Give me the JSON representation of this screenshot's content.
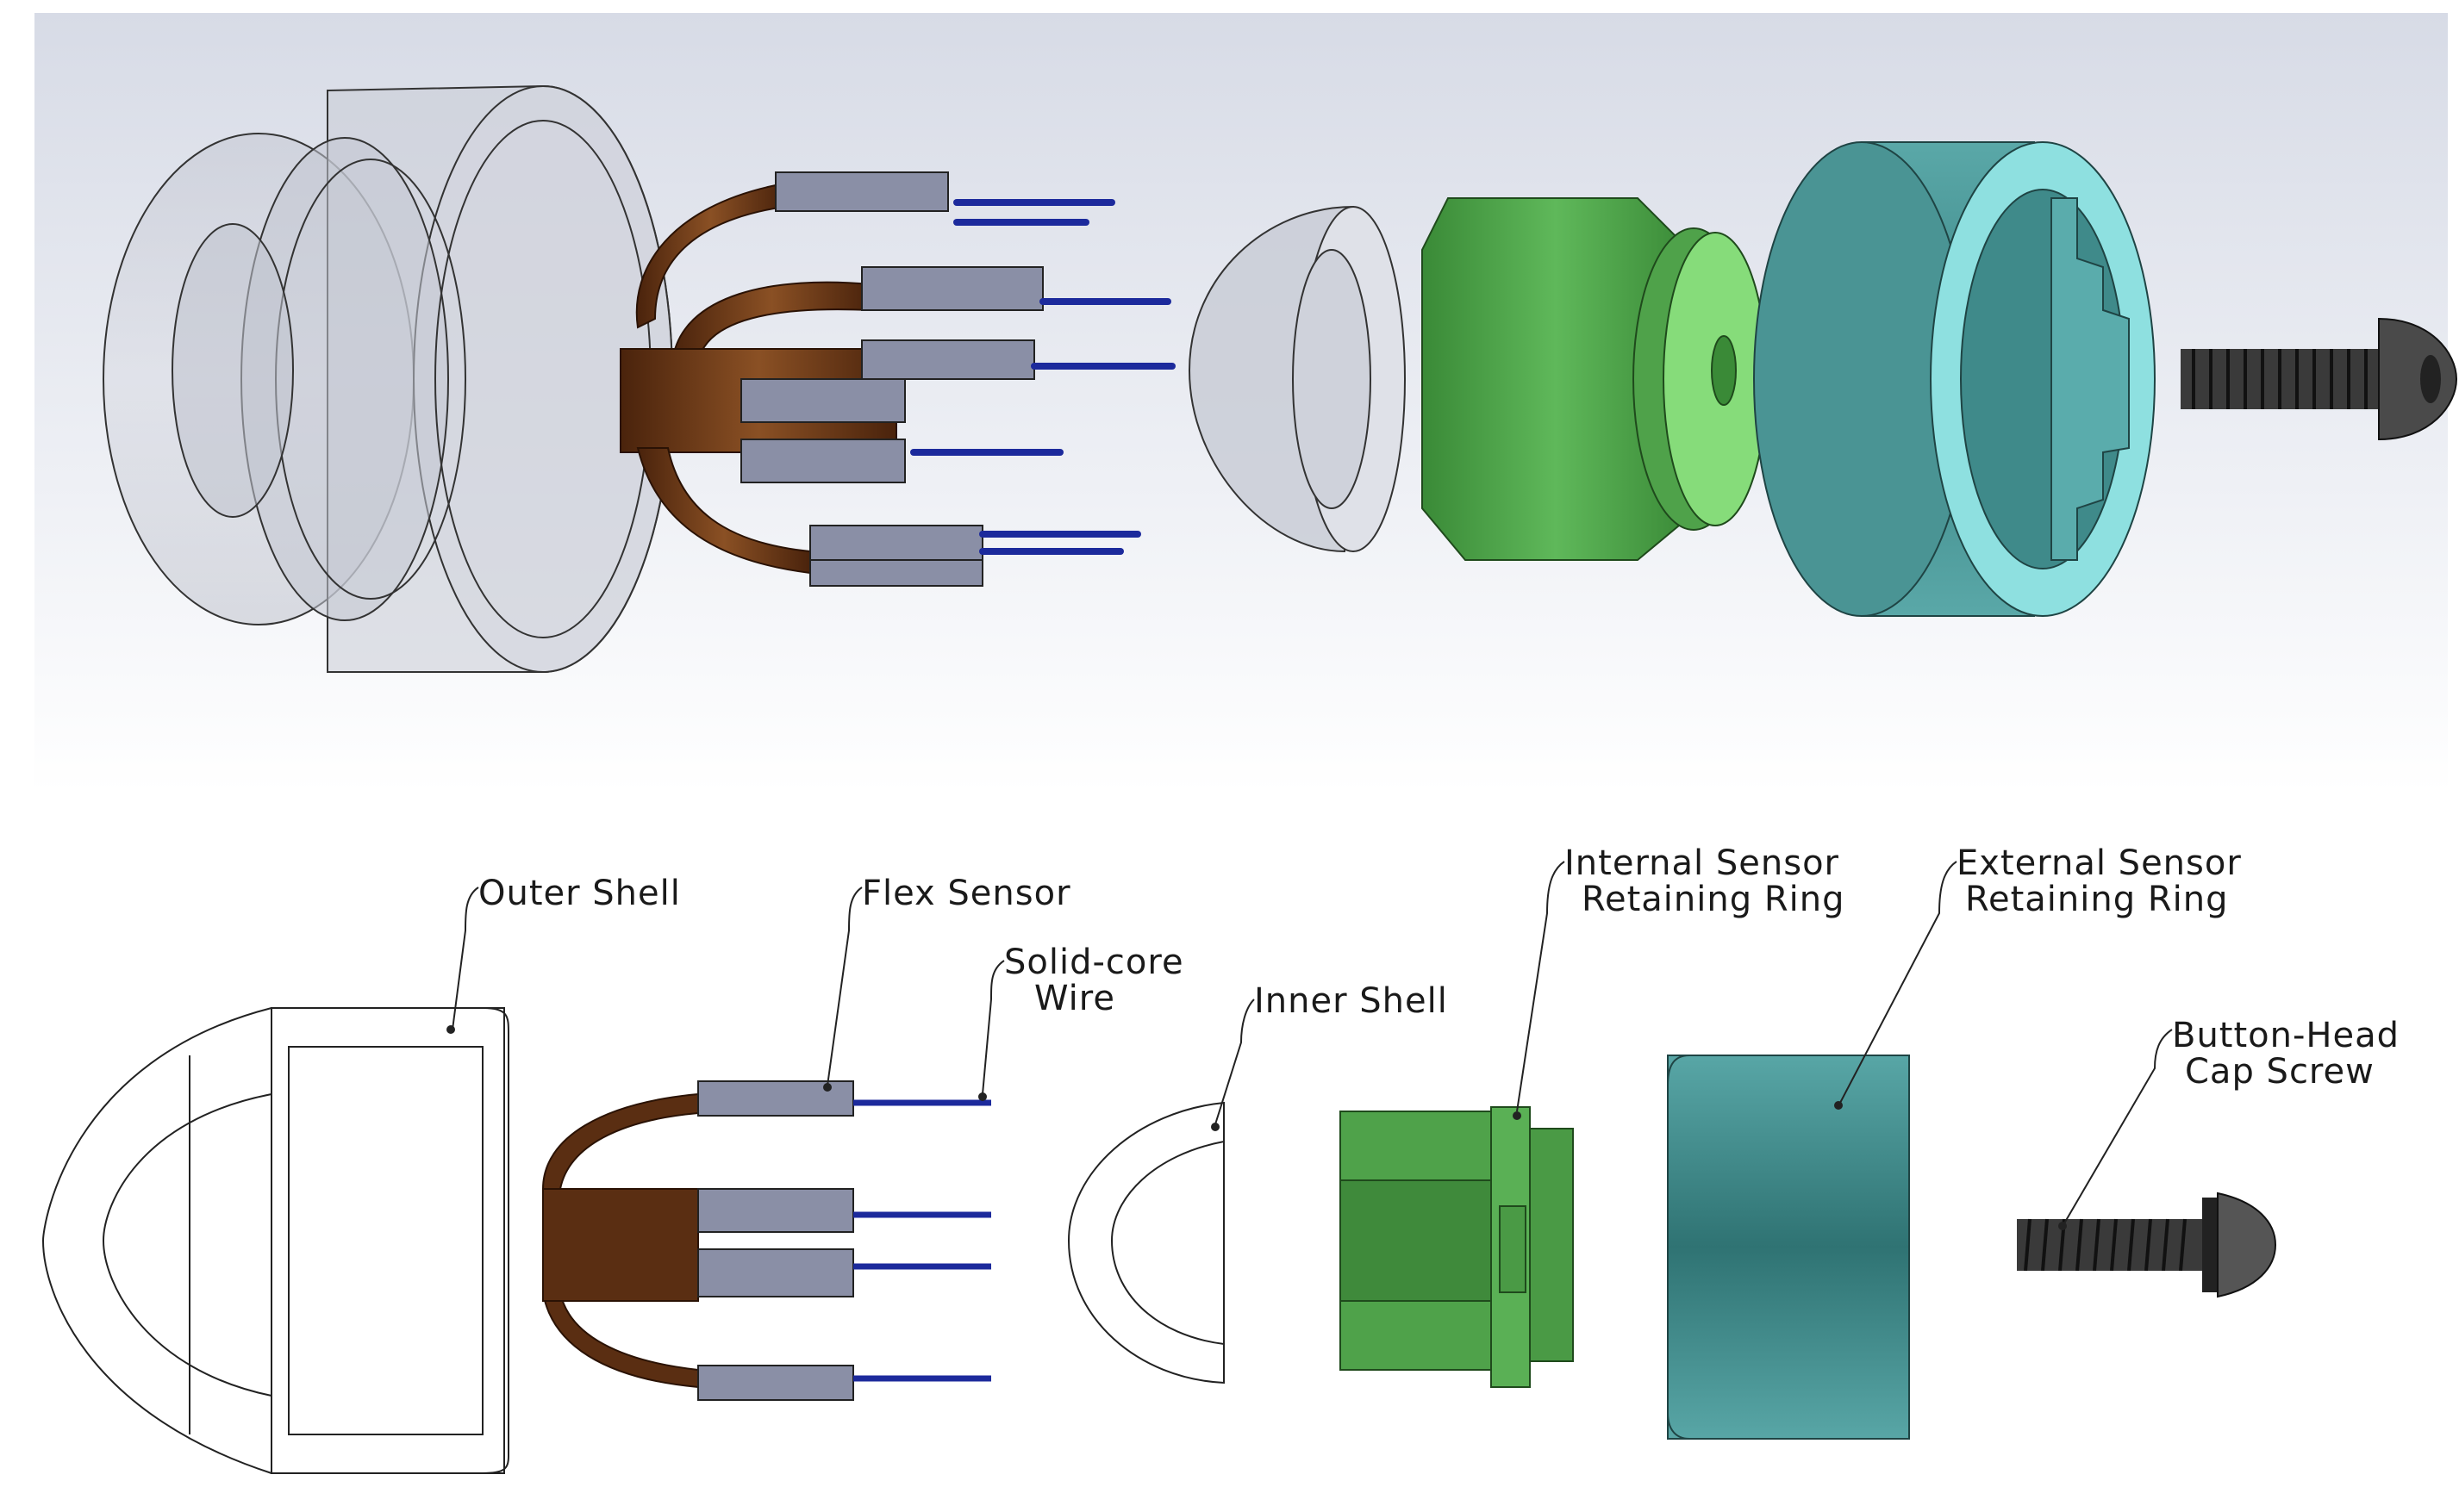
{
  "labels": {
    "outer_shell": "Outer Shell",
    "flex_sensor": "Flex Sensor",
    "solid_core_wire": [
      "Solid-core",
      "Wire"
    ],
    "inner_shell": "Inner Shell",
    "internal_ring": [
      "Internal Sensor",
      "Retaining Ring"
    ],
    "external_ring": [
      "External Sensor",
      "Retaining Ring"
    ],
    "cap_screw": [
      "Button-Head",
      "Cap Screw"
    ]
  },
  "colors": {
    "shell_translucent": "#c9ccd6",
    "flex_brown": "#5a2e12",
    "sensor_block": "#8a8fa6",
    "wire_blue": "#1c2a9c",
    "green_ring": "#4fa24a",
    "green_light": "#86dc7a",
    "teal_ring": "#4a9494",
    "teal_light": "#8ee0e0",
    "screw_dark": "#333333"
  }
}
